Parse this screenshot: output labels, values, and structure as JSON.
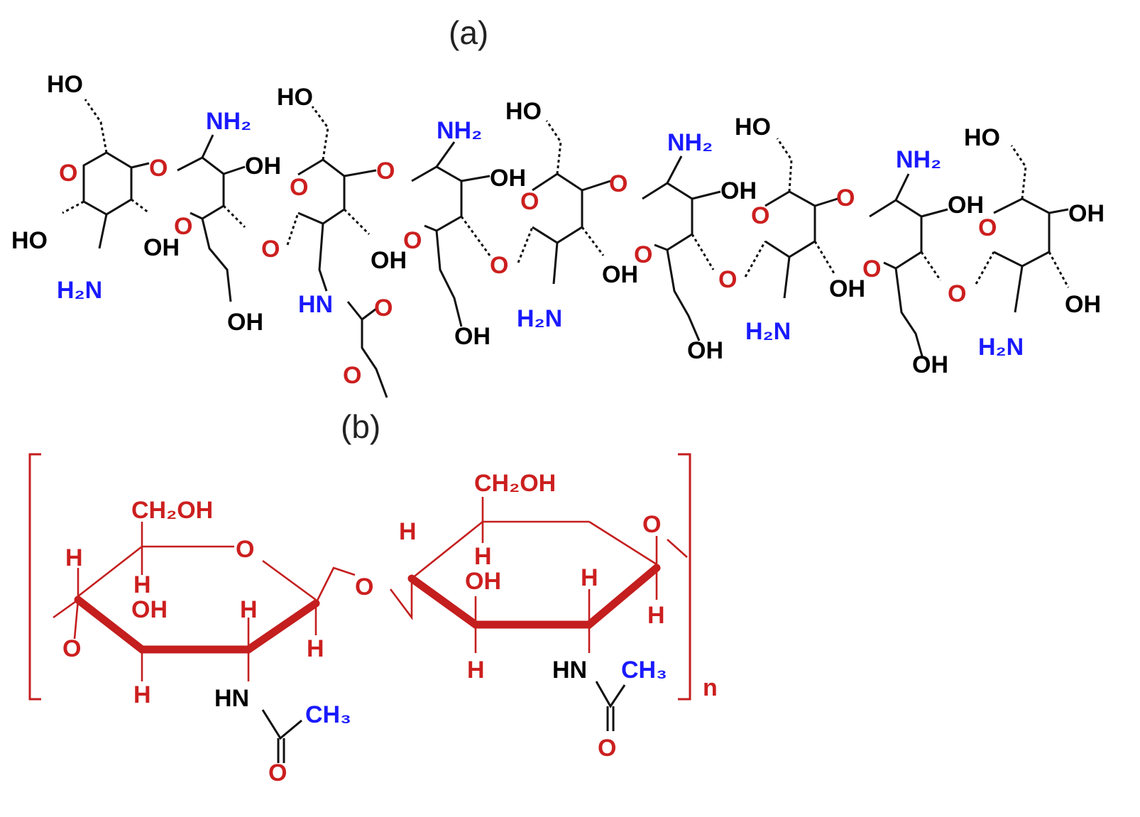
{
  "panels": {
    "a": "(a)",
    "b": "(b)"
  },
  "colors": {
    "black": "#000000",
    "red": "#cc1f1f",
    "blue": "#1a1aff",
    "dark_red": "#c41e1e"
  },
  "chitosan": {
    "labels": [
      {
        "t": "HO",
        "c": "blk"
      },
      {
        "t": "O",
        "c": "red"
      },
      {
        "t": "O",
        "c": "red"
      },
      {
        "t": "HO",
        "c": "blk"
      },
      {
        "t": "OH",
        "c": "blk"
      },
      {
        "t": "NH₂",
        "c": "blu"
      },
      {
        "t": "H₂N",
        "c": "blu"
      },
      {
        "t": "O",
        "c": "red"
      },
      {
        "t": "OH",
        "c": "blk"
      },
      {
        "t": "O",
        "c": "red"
      },
      {
        "t": "OH",
        "c": "blk"
      },
      {
        "t": "HO",
        "c": "blk"
      },
      {
        "t": "O",
        "c": "red"
      },
      {
        "t": "O",
        "c": "red"
      },
      {
        "t": "OH",
        "c": "blk"
      },
      {
        "t": "HN",
        "c": "blu"
      },
      {
        "t": "O",
        "c": "red"
      },
      {
        "t": "O",
        "c": "red"
      },
      {
        "t": "NH₂",
        "c": "blu"
      },
      {
        "t": "O",
        "c": "red"
      },
      {
        "t": "OH",
        "c": "blk"
      },
      {
        "t": "O",
        "c": "red"
      },
      {
        "t": "OH",
        "c": "blk"
      },
      {
        "t": "HO",
        "c": "blk"
      },
      {
        "t": "O",
        "c": "red"
      },
      {
        "t": "O",
        "c": "red"
      },
      {
        "t": "OH",
        "c": "blk"
      },
      {
        "t": "H₂N",
        "c": "blu"
      },
      {
        "t": "NH₂",
        "c": "blu"
      },
      {
        "t": "O",
        "c": "red"
      },
      {
        "t": "OH",
        "c": "blk"
      },
      {
        "t": "O",
        "c": "red"
      },
      {
        "t": "OH",
        "c": "blk"
      },
      {
        "t": "HO",
        "c": "blk"
      },
      {
        "t": "O",
        "c": "red"
      },
      {
        "t": "O",
        "c": "red"
      },
      {
        "t": "OH",
        "c": "blk"
      },
      {
        "t": "H₂N",
        "c": "blu"
      },
      {
        "t": "NH₂",
        "c": "blu"
      },
      {
        "t": "O",
        "c": "red"
      },
      {
        "t": "OH",
        "c": "blk"
      },
      {
        "t": "O",
        "c": "red"
      },
      {
        "t": "OH",
        "c": "blk"
      },
      {
        "t": "HO",
        "c": "blk"
      },
      {
        "t": "O",
        "c": "red"
      },
      {
        "t": "OH",
        "c": "blk"
      },
      {
        "t": "OH",
        "c": "blk"
      },
      {
        "t": "H₂N",
        "c": "blu"
      }
    ]
  },
  "chitin": {
    "labels": [
      {
        "t": "CH₂OH",
        "c": "red"
      },
      {
        "t": "O",
        "c": "red"
      },
      {
        "t": "H",
        "c": "red"
      },
      {
        "t": "H",
        "c": "red"
      },
      {
        "t": "OH",
        "c": "red"
      },
      {
        "t": "H",
        "c": "red"
      },
      {
        "t": "O",
        "c": "red"
      },
      {
        "t": "H",
        "c": "red"
      },
      {
        "t": "H",
        "c": "red"
      },
      {
        "t": "HN",
        "c": "blk"
      },
      {
        "t": "CH₃",
        "c": "blu"
      },
      {
        "t": "O",
        "c": "red"
      },
      {
        "t": "O",
        "c": "red"
      },
      {
        "t": "CH₂OH",
        "c": "red"
      },
      {
        "t": "H",
        "c": "red"
      },
      {
        "t": "H",
        "c": "red"
      },
      {
        "t": "OH",
        "c": "red"
      },
      {
        "t": "H",
        "c": "red"
      },
      {
        "t": "H",
        "c": "red"
      },
      {
        "t": "O",
        "c": "red"
      },
      {
        "t": "H",
        "c": "red"
      },
      {
        "t": "HN",
        "c": "blk"
      },
      {
        "t": "CH₃",
        "c": "blu"
      },
      {
        "t": "O",
        "c": "red"
      },
      {
        "t": "n",
        "c": "red"
      }
    ]
  }
}
